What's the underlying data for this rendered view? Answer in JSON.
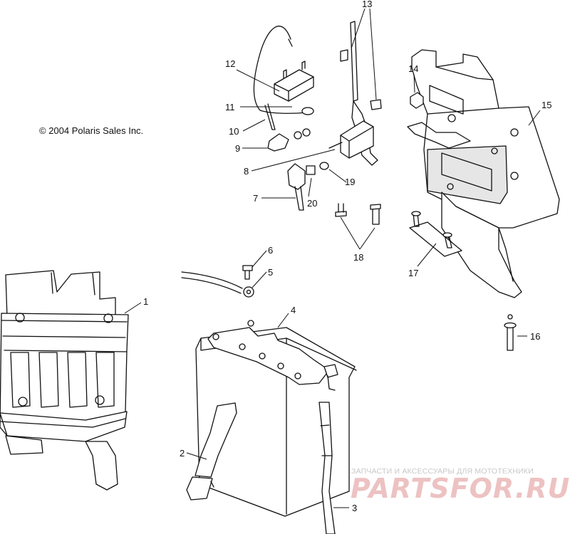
{
  "copyright": "© 2004 Polaris Sales Inc.",
  "watermark": {
    "tagline": "ЗАПЧАСТИ И АКСЕССУАРЫ ДЛЯ МОТОТЕХНИКИ",
    "brand": "PARTSFOR.RU"
  },
  "callouts": {
    "c1": "1",
    "c2": "2",
    "c3": "3",
    "c4": "4",
    "c5": "5",
    "c6": "6",
    "c7": "7",
    "c8": "8",
    "c9": "9",
    "c10": "10",
    "c11": "11",
    "c12": "12",
    "c13": "13",
    "c14": "14",
    "c15": "15",
    "c16": "16",
    "c17": "17",
    "c18": "18",
    "c19": "19",
    "c20": "20"
  }
}
